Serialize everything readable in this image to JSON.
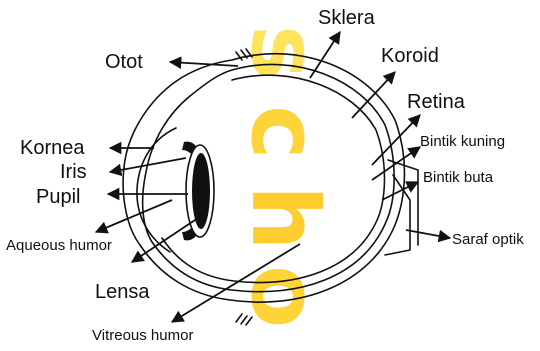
{
  "labels": {
    "sklera": "Sklera",
    "otot": "Otot",
    "koroid": "Koroid",
    "retina": "Retina",
    "kornea": "Kornea",
    "iris": "Iris",
    "pupil": "Pupil",
    "bintik_kuning": "Bintik kuning",
    "bintik_buta": "Bintik buta",
    "aqueous_humor": "Aqueous humor",
    "saraf_optik": "Saraf optik",
    "lensa": "Lensa",
    "vitreous_humor": "Vitreous humor"
  },
  "colors": {
    "watermark": "#ffe04a",
    "line": "#111111"
  }
}
